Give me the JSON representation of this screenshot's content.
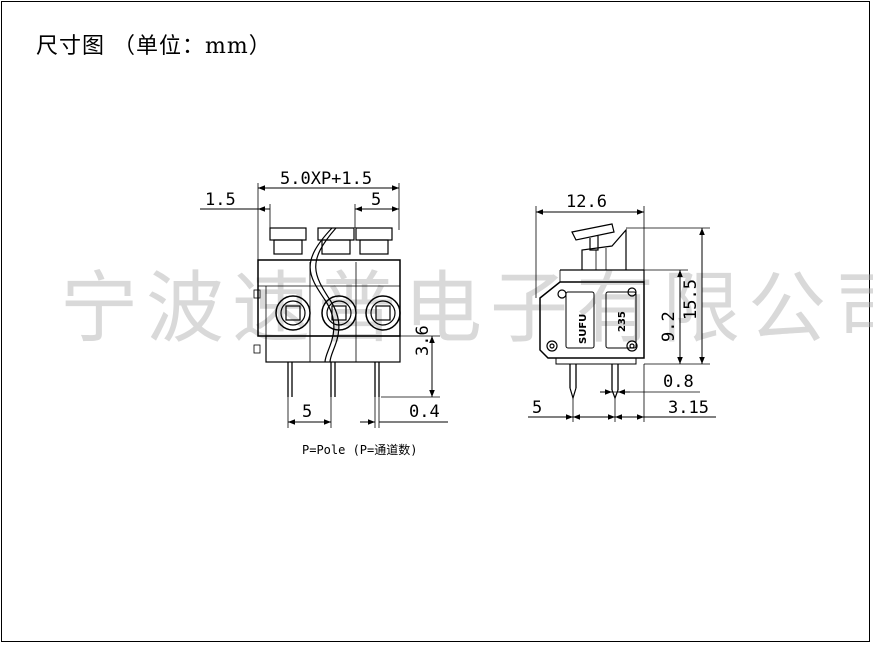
{
  "title": "尺寸图 （单位：mm）",
  "watermark": "宁波速普电子有限公司",
  "front_view": {
    "dim_total": "5.0XP+1.5",
    "dim_offset": "1.5",
    "dim_pitch_top": "5",
    "dim_height": "3.6",
    "dim_pitch_bottom": "5",
    "dim_pin": "0.4"
  },
  "side_view": {
    "dim_depth": "12.6",
    "dim_body": "9.2",
    "dim_total_height": "15.5",
    "dim_pin": "0.8",
    "dim_pin_left": "5",
    "dim_pin_right": "3.15",
    "brand_marking": "SUFU",
    "model_marking": "235"
  },
  "note": "P=Pole (P=通道数)"
}
